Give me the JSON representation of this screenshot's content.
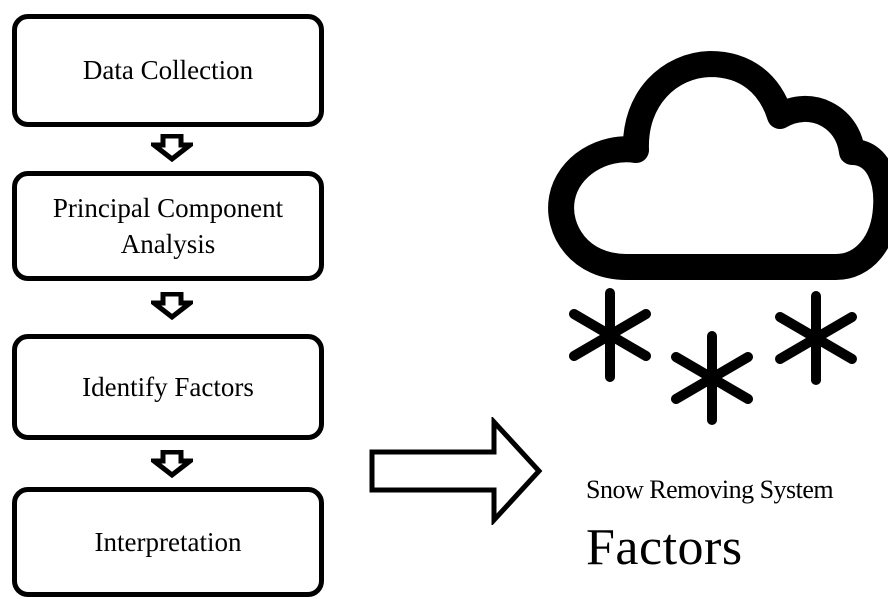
{
  "flow": {
    "steps": [
      {
        "label": "Data Collection"
      },
      {
        "label": "Principal  Component\nAnalysis"
      },
      {
        "label": "Identify  Factors"
      },
      {
        "label": "Interpretation"
      }
    ]
  },
  "result": {
    "icon": "snow-cloud-icon",
    "caption_line1": "Snow Removing System",
    "caption_line2": "Factors"
  }
}
